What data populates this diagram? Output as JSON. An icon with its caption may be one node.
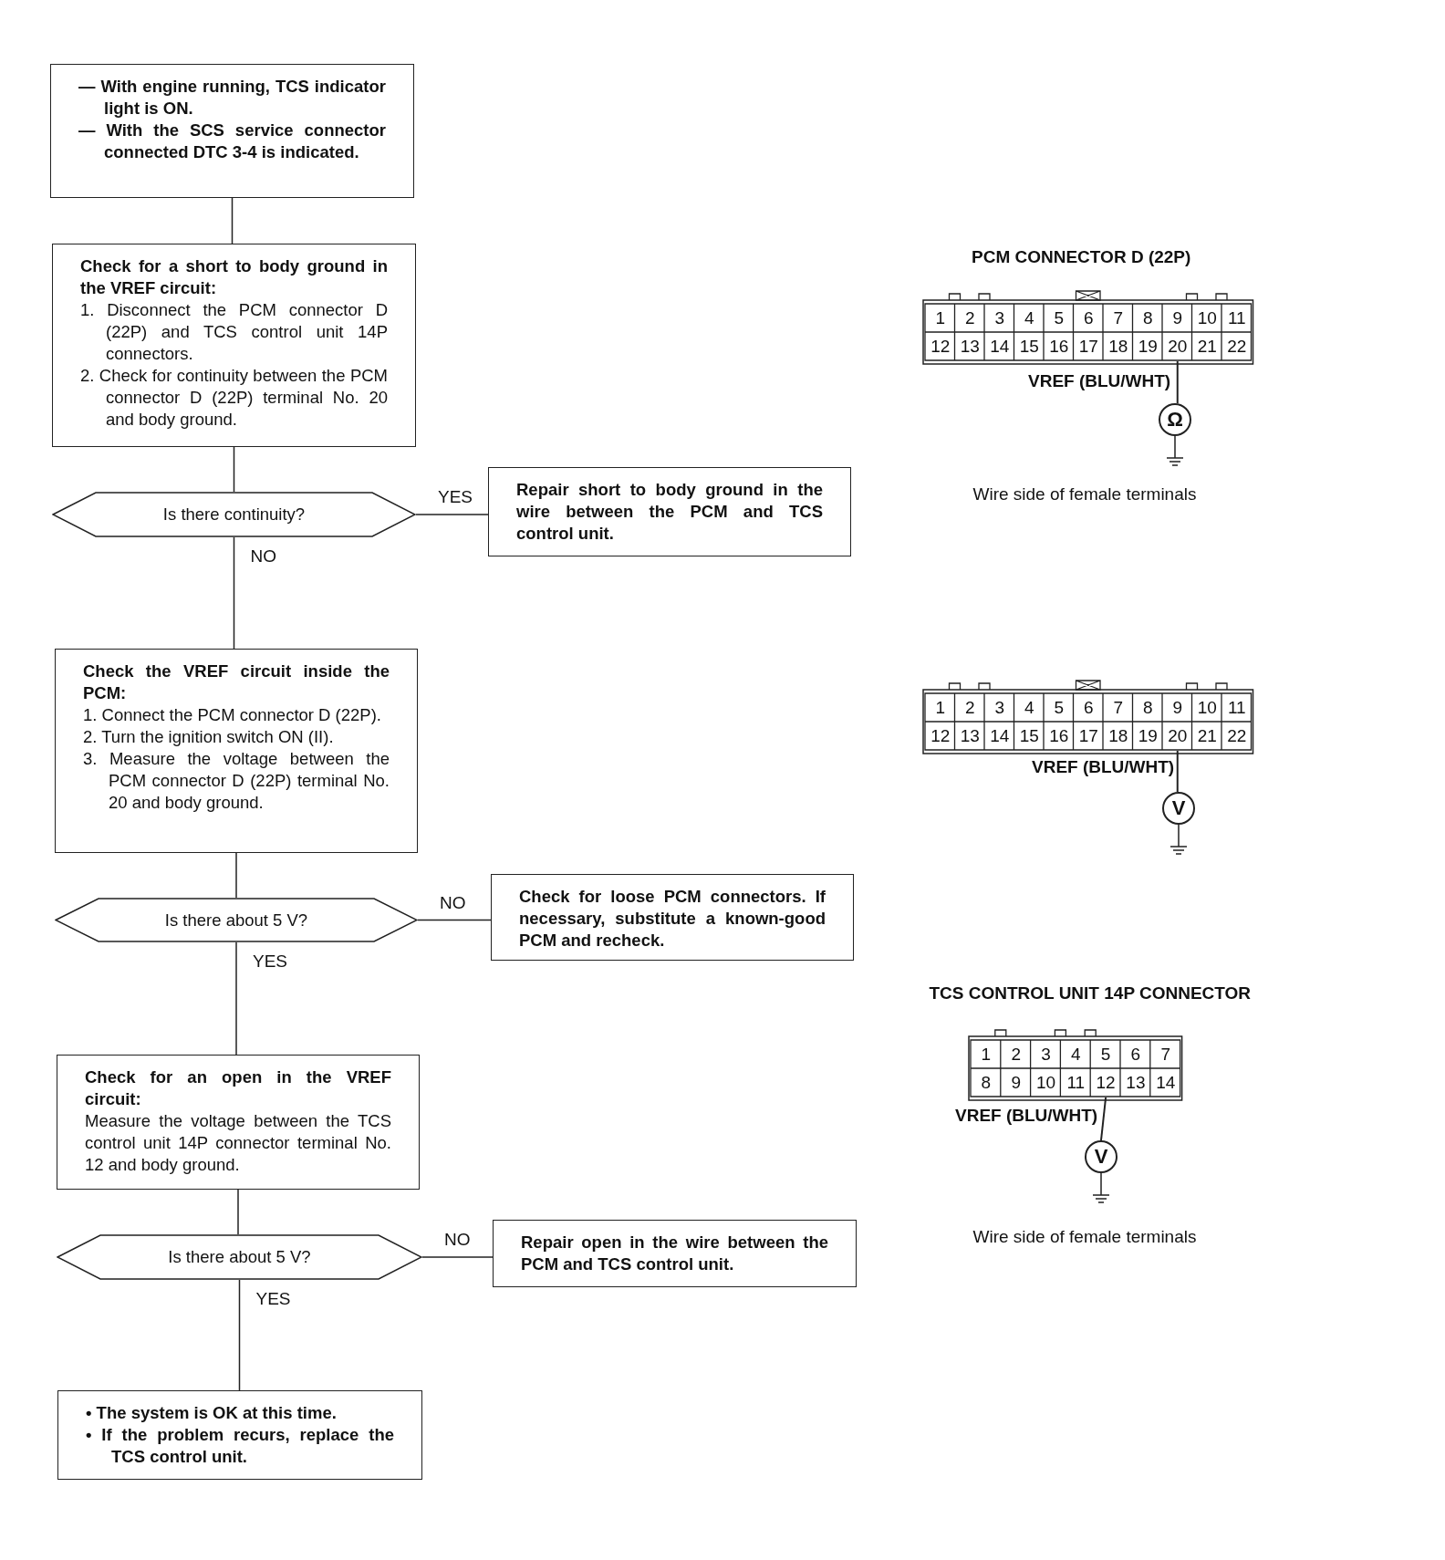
{
  "diagram": {
    "nodes": [
      {
        "text": [
          "— With engine running, TCS indicator light is ON.",
          "— With the SCS service connector connected DTC 3-4 is indicated."
        ]
      },
      {
        "text": [
          "Check for a short to body ground in the VREF circuit:",
          "1. Disconnect the PCM connector D (22P) and TCS control unit 14P connectors.",
          "2. Check for continuity between the PCM connector D (22P) terminal No. 20 and body ground."
        ]
      },
      {
        "text": [
          "Is there continuity?"
        ]
      },
      {
        "text": [
          "Repair short to body ground in the wire between the PCM and TCS control unit."
        ]
      },
      {
        "text": [
          "Check the VREF circuit inside the PCM:",
          "1. Connect the PCM connector D (22P).",
          "2. Turn the ignition switch ON (II).",
          "3. Measure the voltage between the PCM connector D (22P) terminal No. 20 and body ground."
        ]
      },
      {
        "text": [
          "Is there about 5 V?"
        ]
      },
      {
        "text": [
          "Check for loose PCM connectors. If necessary, substitute a known-good PCM and recheck."
        ]
      },
      {
        "text": [
          "Check for an open in the VREF circuit:",
          "Measure the voltage between the TCS control unit 14P connector terminal No. 12 and body ground."
        ]
      },
      {
        "text": [
          "Is there about 5 V?"
        ]
      },
      {
        "text": [
          "Repair open in the wire between the PCM and TCS control unit."
        ]
      },
      {
        "text": [
          "• The system is OK at this time.",
          "• If the problem recurs, replace the TCS control unit."
        ]
      },
      {
        "text": [
          "20"
        ]
      },
      {
        "text": [
          "Ω"
        ]
      },
      {
        "text": [
          "20"
        ]
      },
      {
        "text": [
          "V"
        ]
      },
      {
        "text": [
          "12"
        ]
      },
      {
        "text": [
          "V"
        ]
      }
    ],
    "edges": [
      {
        "from": 0,
        "to": 1,
        "arrow": "none"
      },
      {
        "from": 1,
        "to": 2,
        "arrow": "none"
      },
      {
        "from": 2,
        "to": 3,
        "arrow": "none",
        "label": "YES"
      },
      {
        "from": 2,
        "to": 4,
        "arrow": "none",
        "label": "NO"
      },
      {
        "from": 4,
        "to": 5,
        "arrow": "none"
      },
      {
        "from": 5,
        "to": 6,
        "arrow": "none",
        "label": "NO"
      },
      {
        "from": 5,
        "to": 7,
        "arrow": "none",
        "label": "YES"
      },
      {
        "from": 7,
        "to": 8,
        "arrow": "none"
      },
      {
        "from": 8,
        "to": 9,
        "arrow": "none",
        "label": "NO"
      },
      {
        "from": 8,
        "to": 10,
        "arrow": "none",
        "label": "YES"
      },
      {
        "from": 11,
        "to": 12,
        "arrow": "none"
      },
      {
        "from": 13,
        "to": 14,
        "arrow": "none"
      },
      {
        "from": 15,
        "to": 16,
        "arrow": "none"
      }
    ],
    "labels": [
      "PCM CONNECTOR D (22P)",
      "1",
      "2",
      "3",
      "4",
      "5",
      "6",
      "7",
      "8",
      "9",
      "10",
      "11",
      "12",
      "13",
      "14",
      "15",
      "16",
      "17",
      "18",
      "19",
      "21",
      "22",
      "VREF (BLU/WHT)",
      "Wire side of female terminals",
      "1",
      "2",
      "3",
      "4",
      "5",
      "6",
      "7",
      "8",
      "9",
      "10",
      "11",
      "12",
      "13",
      "14",
      "15",
      "16",
      "17",
      "18",
      "19",
      "21",
      "22",
      "VREF (BLU/WHT)",
      "TCS CONTROL UNIT 14P CONNECTOR",
      "1",
      "2",
      "3",
      "4",
      "5",
      "6",
      "7",
      "8",
      "9",
      "10",
      "11",
      "13",
      "14",
      "VREF (BLU/WHT)",
      "Wire side of female terminals"
    ]
  }
}
